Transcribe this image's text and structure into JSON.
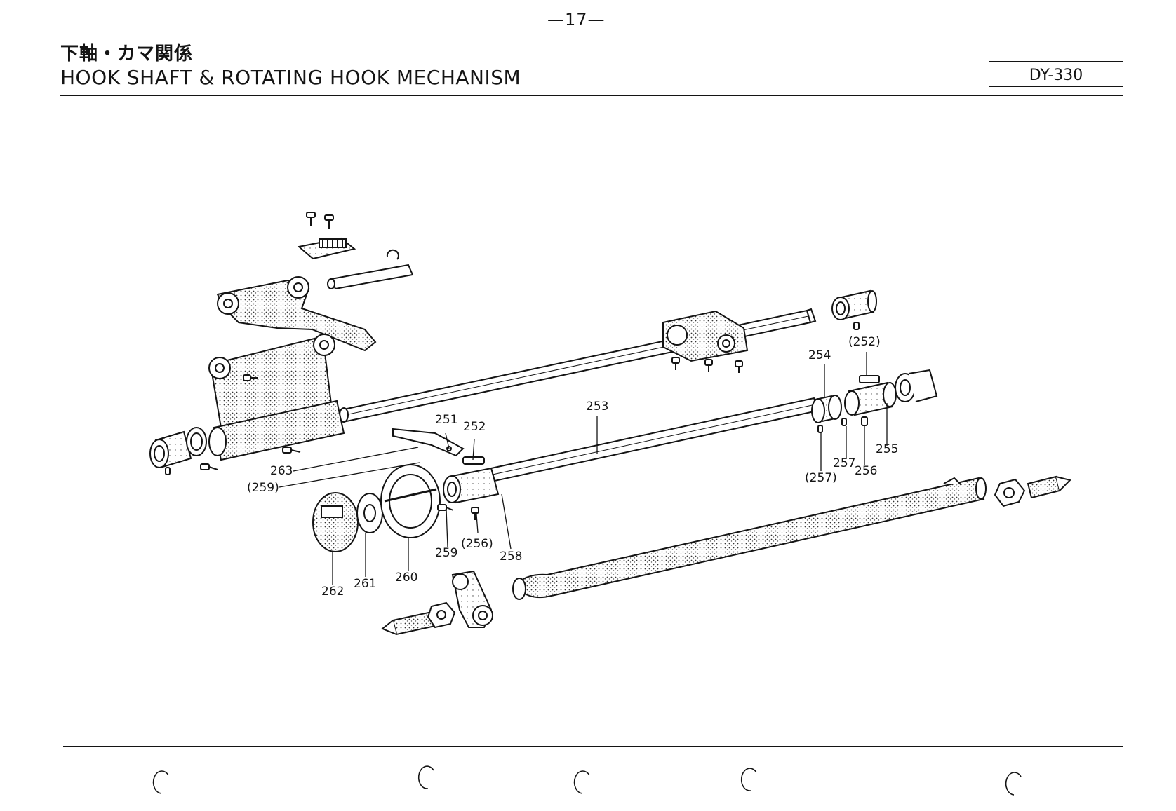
{
  "header": {
    "page_number": "—17—",
    "title_jp": "下軸・カマ関係",
    "title_en": "HOOK SHAFT & ROTATING HOOK MECHANISM",
    "model": "DY-330"
  },
  "diagram": {
    "part_labels": {
      "p251": "251",
      "p252": "252",
      "p252b": "(252)",
      "p253": "253",
      "p254": "254",
      "p255": "255",
      "p256": "256",
      "p256b": "(256)",
      "p257": "257",
      "p257b": "(257)",
      "p258": "258",
      "p259": "259",
      "p259b": "(259)",
      "p260": "260",
      "p261": "261",
      "p262": "262",
      "p263": "263"
    }
  }
}
